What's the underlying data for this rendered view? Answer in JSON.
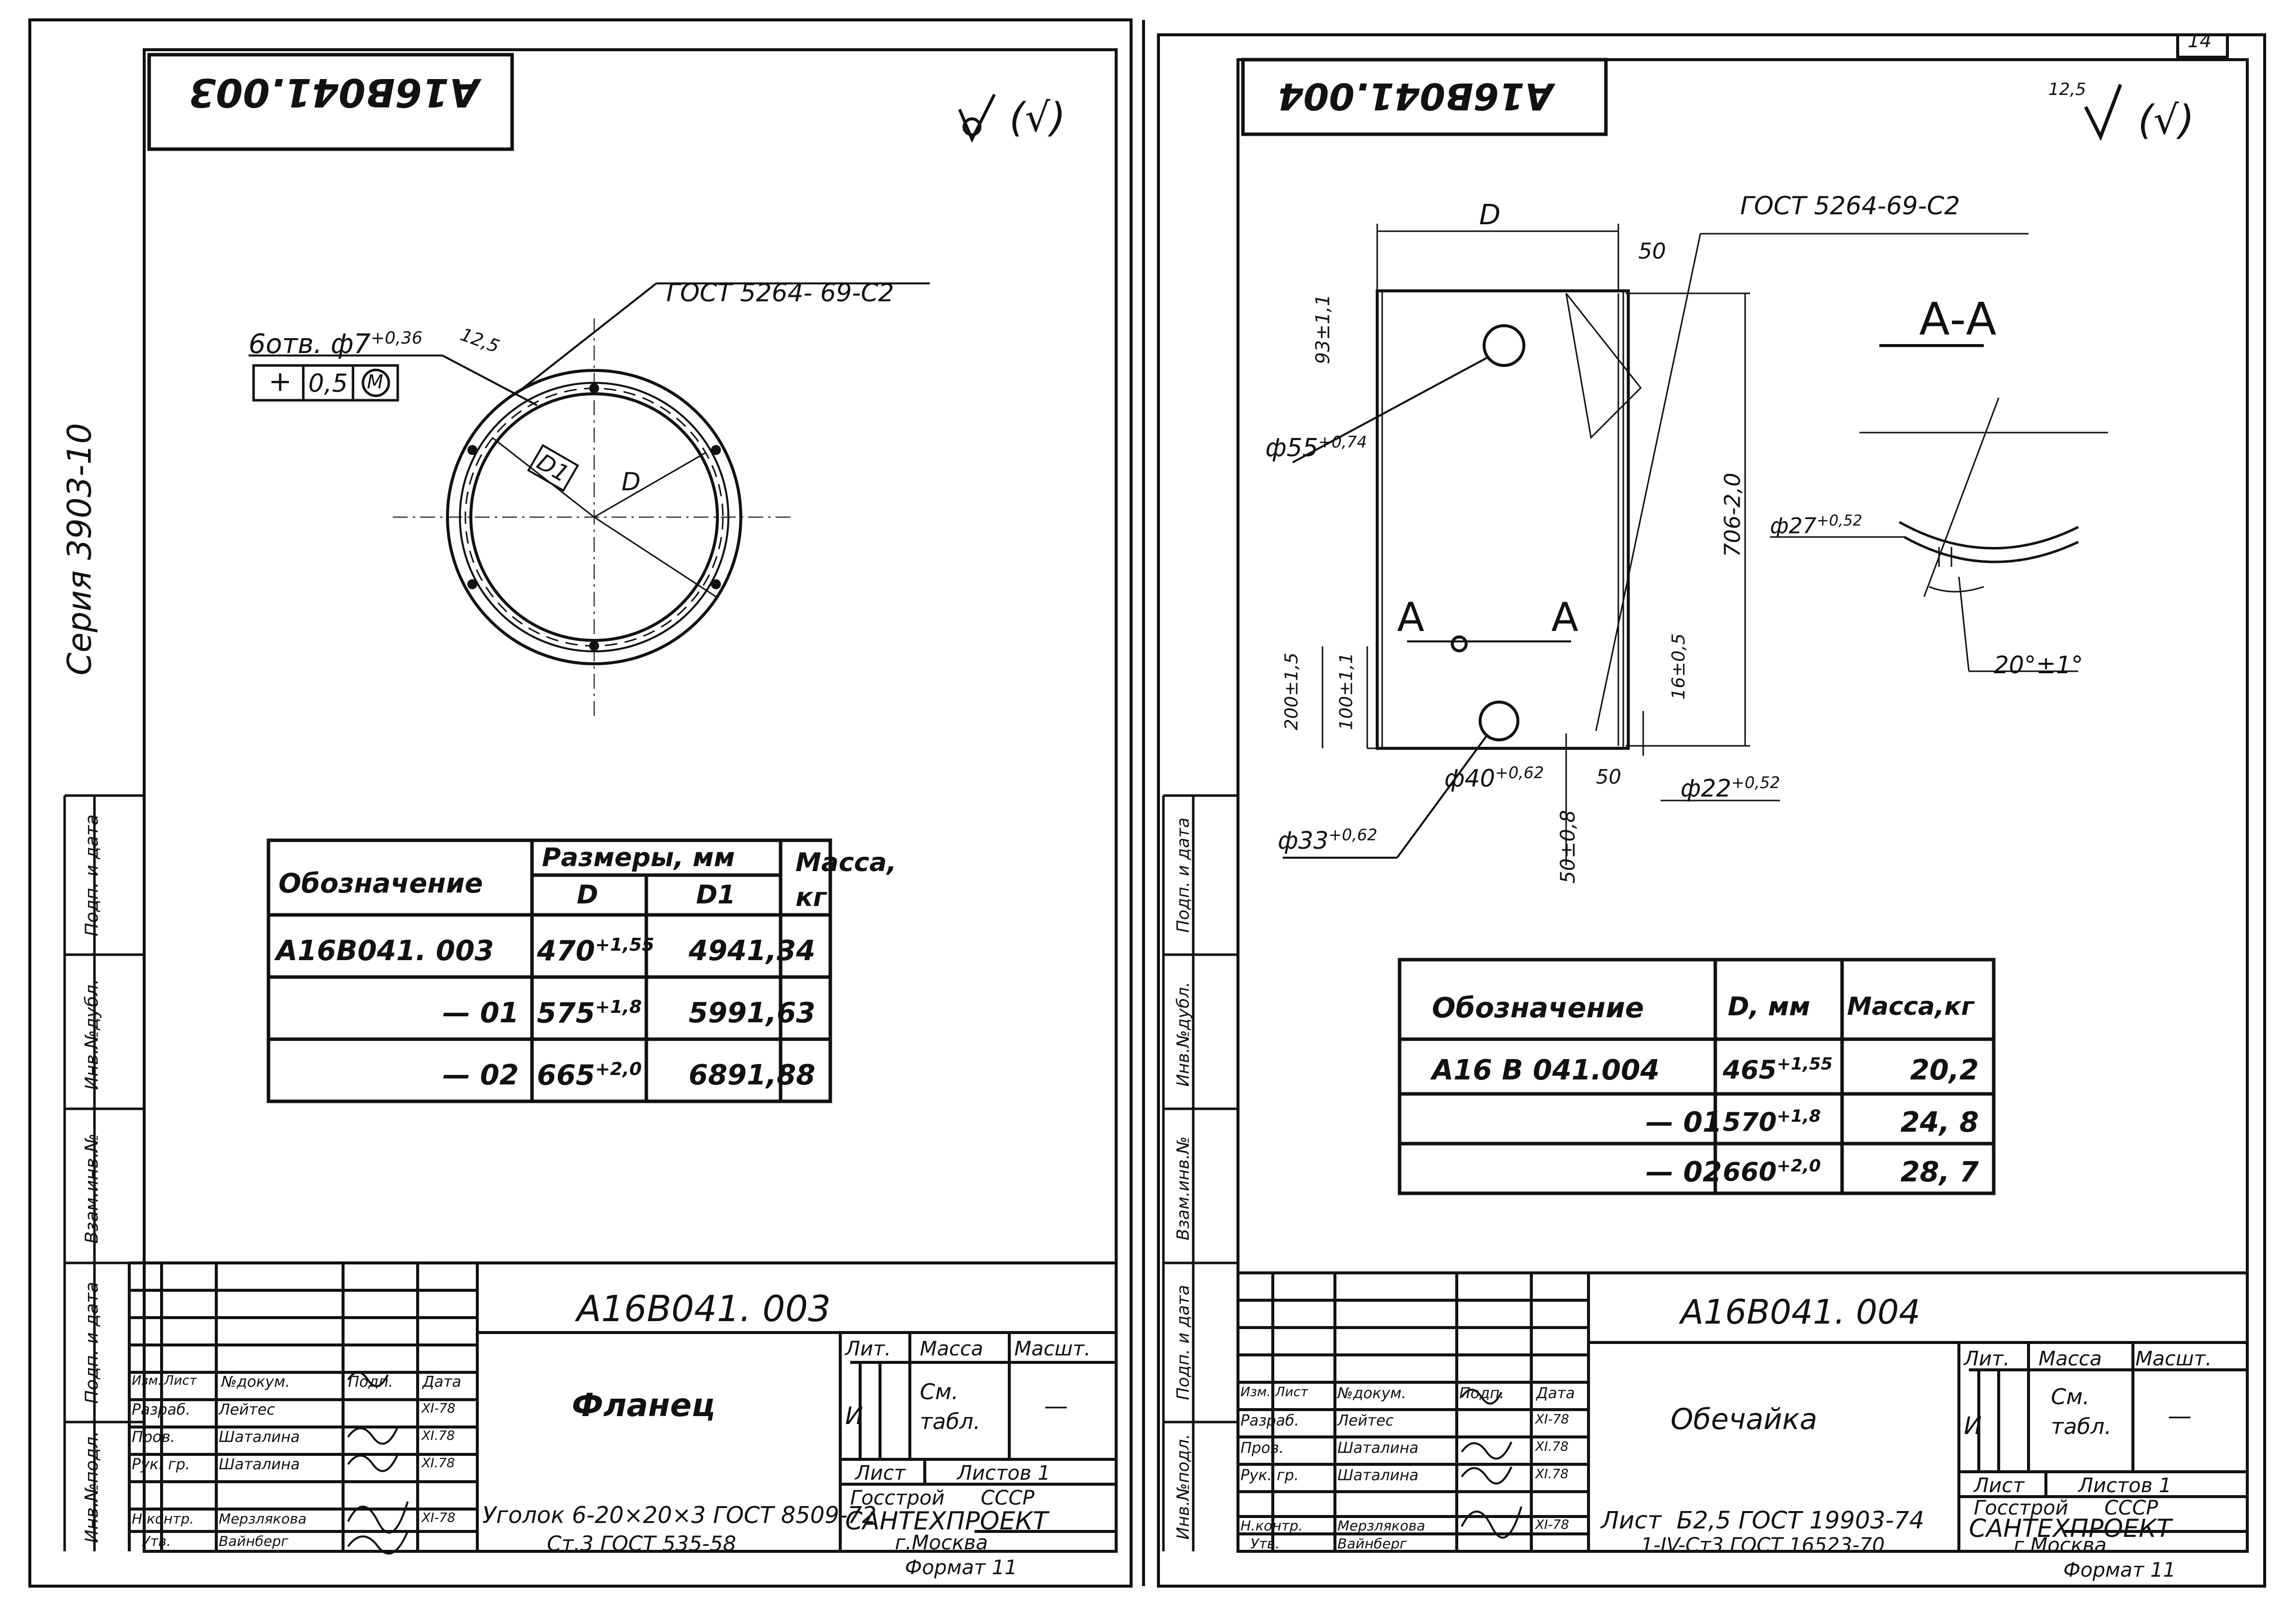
{
  "page_number": "14",
  "left": {
    "stamp_code": "А16В041.003",
    "roughness": "(√)",
    "series": "Серия 3903-10",
    "flange": {
      "holes_label": "6отв. ф7",
      "holes_tol": "+0,36",
      "tol_symbol": "+",
      "tol_value": "0,5",
      "tol_mod": "M",
      "rough_value": "12,5",
      "weld_note": "ГОСТ 5264- 69-С2",
      "dim_d1": "D1",
      "dim_d": "D"
    },
    "table": {
      "col_designation": "Обозначение",
      "col_sizes": "Размеры, мм",
      "col_d": "D",
      "col_d1": "D1",
      "col_mass": "Масса, кг",
      "rows": [
        {
          "designation": "А16В041. 003",
          "d": "470",
          "d_tol": "+1,55",
          "d1": "494",
          "mass": "1,34"
        },
        {
          "designation": "— 01",
          "d": "575",
          "d_tol": "+1,8",
          "d1": "599",
          "mass": "1,63"
        },
        {
          "designation": "— 02",
          "d": "665",
          "d_tol": "+2,0",
          "d1": "689",
          "mass": "1,88"
        }
      ]
    },
    "title_block": {
      "code": "А16В041. 003",
      "name": "Фланец",
      "lit": "Лит.",
      "mass": "Масса",
      "scale": "Масшт.",
      "mass_value": "См. табл.",
      "scale_value": "—",
      "lit_value": "И",
      "sheet": "Лист",
      "sheets": "Листов 1",
      "org1": "Госстрой СССР",
      "org2": "САНТЕХПРОЕКТ",
      "org3": "г.Москва",
      "material1": "Уголок 6-20×20×3 ГОСТ 8509-72",
      "material2": "Ст.3 ГОСТ 535-58",
      "format": "Формат 11"
    }
  },
  "right": {
    "stamp_code": "А16В041.004",
    "roughness_value": "12,5",
    "roughness": "(√)",
    "shell": {
      "dim_d": "D",
      "weld_note": "ГОСТ 5264-69-С2",
      "dim_50_top": "50",
      "dim_93": "93±1,1",
      "hole_55": "ф55",
      "hole_55_tol": "+0,74",
      "height_706": "706-2,0",
      "section_label": "А-А",
      "hole_27": "ф27",
      "hole_27_tol": "+0,52",
      "angle": "20°±1°",
      "section_a_left": "А",
      "section_a_right": "А",
      "dim_200": "200±1,5",
      "dim_100": "100±1,1",
      "dim_16": "16±0,5",
      "hole_40": "ф40",
      "hole_40_tol": "+0,62",
      "dim_50_bottom": "50",
      "hole_22": "ф22",
      "hole_22_tol": "+0,52",
      "hole_33": "ф33",
      "hole_33_tol": "+0,62",
      "dim_50_08": "50±0,8"
    },
    "table": {
      "col_designation": "Обозначение",
      "col_d": "D, мм",
      "col_mass": "Масса,кг",
      "rows": [
        {
          "designation": "А16 В 041.004",
          "d": "465",
          "d_tol": "+1,55",
          "mass": "20,2"
        },
        {
          "designation": "— 01",
          "d": "570",
          "d_tol": "+1,8",
          "mass": "24, 8"
        },
        {
          "designation": "— 02",
          "d": "660",
          "d_tol": "+2,0",
          "mass": "28, 7"
        }
      ]
    },
    "title_block": {
      "code": "А16В041. 004",
      "name": "Обечайка",
      "lit": "Лит.",
      "mass": "Масса",
      "scale": "Масшт.",
      "mass_value": "См. табл.",
      "scale_value": "—",
      "lit_value": "И",
      "sheet": "Лист",
      "sheets": "Листов 1",
      "org1": "Госстрой СССР",
      "org2": "САНТЕХПРОЕКТ",
      "org3": "г Москва",
      "material1": "Лист  Б2,5 ГОСТ 19903-74",
      "material2": "1-IV-Ст3 ГОСТ 16523-70",
      "format": "Формат 11"
    }
  },
  "side_labels": [
    "Инв.№подл.",
    "Подп. и дата",
    "Взам.инв.№",
    "Инв.№дубл.",
    "Подп. и дата"
  ],
  "signers": {
    "headers": [
      "Изм.",
      "Лист",
      "№докум.",
      "Подп.",
      "Дата"
    ],
    "rows": [
      {
        "role": "Разраб.",
        "name": "Лейтес",
        "date": "XI-78"
      },
      {
        "role": "Пров.",
        "name": "Шаталина",
        "date": "XI.78"
      },
      {
        "role": "Рук. гр.",
        "name": "Шаталина",
        "date": "XI.78"
      },
      {
        "role": "Н.контр.",
        "name": "Мерзлякова",
        "date": "XI-78"
      },
      {
        "role": "Утв.",
        "name": "Вайнберг",
        "date": ""
      }
    ]
  }
}
